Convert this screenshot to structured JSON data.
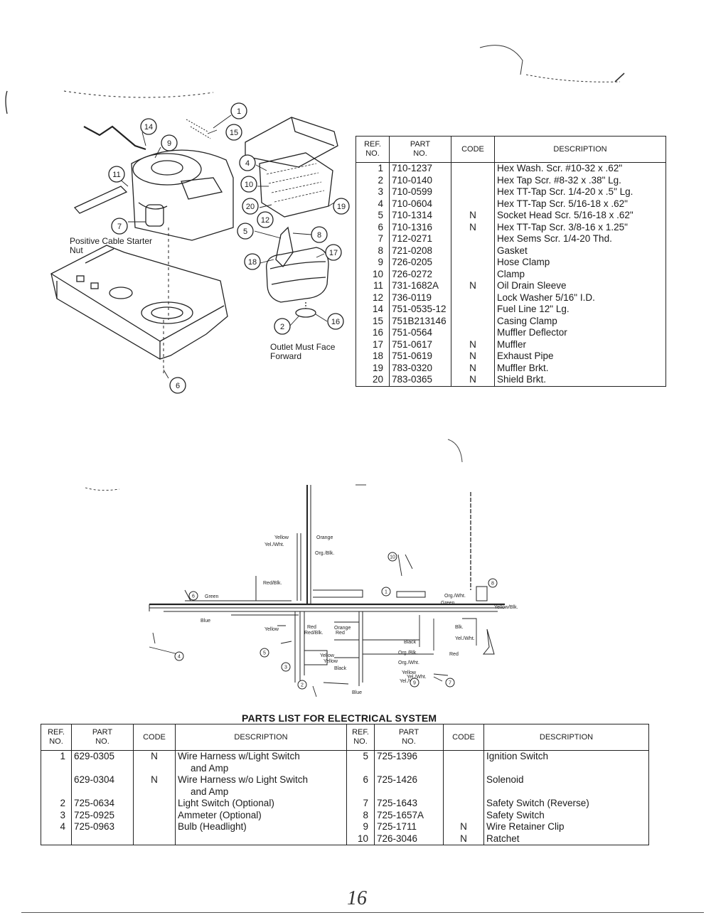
{
  "engine_diagram": {
    "callouts": [
      "1",
      "15",
      "14",
      "9",
      "11",
      "7",
      "4",
      "10",
      "20",
      "19",
      "12",
      "5",
      "8",
      "18",
      "17",
      "2",
      "16",
      "6"
    ],
    "notes": {
      "starter": [
        "Positive Cable Starter",
        "Nut"
      ],
      "outlet": [
        "Outlet Must Face",
        "Forward"
      ]
    }
  },
  "engine_parts_table": {
    "headers": {
      "ref": [
        "REF.",
        "NO."
      ],
      "part": [
        "PART",
        "NO."
      ],
      "code": "CODE",
      "desc": "DESCRIPTION"
    },
    "rows": [
      {
        "ref": "1",
        "part": "710-1237",
        "code": "",
        "desc": "Hex Wash. Scr. #10-32 x .62\""
      },
      {
        "ref": "2",
        "part": "710-0140",
        "code": "",
        "desc": "Hex Tap Scr. #8-32 x .38\" Lg."
      },
      {
        "ref": "3",
        "part": "710-0599",
        "code": "",
        "desc": "Hex TT-Tap Scr. 1/4-20 x .5\" Lg."
      },
      {
        "ref": "4",
        "part": "710-0604",
        "code": "",
        "desc": "Hex TT-Tap Scr. 5/16-18 x .62\""
      },
      {
        "ref": "5",
        "part": "710-1314",
        "code": "N",
        "desc": "Socket Head Scr. 5/16-18 x .62\""
      },
      {
        "ref": "6",
        "part": "710-1316",
        "code": "N",
        "desc": "Hex TT-Tap Scr. 3/8-16 x 1.25\""
      },
      {
        "ref": "7",
        "part": "712-0271",
        "code": "",
        "desc": "Hex Sems Scr. 1/4-20 Thd."
      },
      {
        "ref": "8",
        "part": "721-0208",
        "code": "",
        "desc": "Gasket"
      },
      {
        "ref": "9",
        "part": "726-0205",
        "code": "",
        "desc": "Hose Clamp"
      },
      {
        "ref": "10",
        "part": "726-0272",
        "code": "",
        "desc": "Clamp"
      },
      {
        "ref": "11",
        "part": "731-1682A",
        "code": "N",
        "desc": "Oil Drain Sleeve"
      },
      {
        "ref": "12",
        "part": "736-0119",
        "code": "",
        "desc": "Lock Washer 5/16\" I.D."
      },
      {
        "ref": "14",
        "part": "751-0535-12",
        "code": "",
        "desc": "Fuel Line 12\" Lg."
      },
      {
        "ref": "15",
        "part": "751B213146",
        "code": "",
        "desc": "Casing Clamp"
      },
      {
        "ref": "16",
        "part": "751-0564",
        "code": "",
        "desc": "Muffler Deflector"
      },
      {
        "ref": "17",
        "part": "751-0617",
        "code": "N",
        "desc": "Muffler"
      },
      {
        "ref": "18",
        "part": "751-0619",
        "code": "N",
        "desc": "Exhaust Pipe"
      },
      {
        "ref": "19",
        "part": "783-0320",
        "code": "N",
        "desc": "Muffler Brkt."
      },
      {
        "ref": "20",
        "part": "783-0365",
        "code": "N",
        "desc": "Shield Brkt."
      }
    ]
  },
  "wiring_diagram": {
    "wire_labels": [
      "Yellow",
      "Orange",
      "Yel./Wht.",
      "Org./Blk.",
      "Red/Blk.",
      "Green",
      "Blue",
      "Org./Wht.",
      "Green",
      "Yellow/Blk.",
      "Yellow",
      "Red",
      "Red/Blk.",
      "Orange",
      "Red",
      "Blk.",
      "Yel./Wht.",
      "Black",
      "Org./Blk.",
      "Red",
      "Yellow",
      "Yellow",
      "Org./Wht.",
      "Black",
      "Yellow",
      "Yel./Wht.",
      "Blue",
      "Yel./Wht."
    ],
    "callouts": [
      "10",
      "1",
      "8",
      "6",
      "5",
      "4",
      "3",
      "2",
      "9",
      "7"
    ]
  },
  "electrical": {
    "title": "PARTS LIST FOR ELECTRICAL SYSTEM",
    "headers": {
      "ref": [
        "REF.",
        "NO."
      ],
      "part": [
        "PART",
        "NO."
      ],
      "code": "CODE",
      "desc": "DESCRIPTION"
    },
    "left_rows": [
      {
        "ref": "1",
        "part": "629-0305",
        "code": "N",
        "desc": [
          "Wire Harness w/Light Switch",
          "and Amp"
        ]
      },
      {
        "ref": "",
        "part": "629-0304",
        "code": "N",
        "desc": [
          "Wire Harness w/o Light Switch",
          "and Amp"
        ]
      },
      {
        "ref": "2",
        "part": "725-0634",
        "code": "",
        "desc": [
          "Light Switch (Optional)"
        ]
      },
      {
        "ref": "3",
        "part": "725-0925",
        "code": "",
        "desc": [
          "Ammeter (Optional)"
        ]
      },
      {
        "ref": "4",
        "part": "725-0963",
        "code": "",
        "desc": [
          "Bulb (Headlight)"
        ]
      }
    ],
    "right_rows": [
      {
        "ref": "5",
        "part": "725-1396",
        "code": "",
        "desc": "Ignition Switch"
      },
      {
        "ref": "6",
        "part": "725-1426",
        "code": "",
        "desc": "Solenoid"
      },
      {
        "ref": "7",
        "part": "725-1643",
        "code": "",
        "desc": "Safety Switch (Reverse)"
      },
      {
        "ref": "8",
        "part": "725-1657A",
        "code": "",
        "desc": "Safety Switch"
      },
      {
        "ref": "9",
        "part": "725-1711",
        "code": "N",
        "desc": "Wire Retainer Clip"
      },
      {
        "ref": "10",
        "part": "726-3046",
        "code": "N",
        "desc": "Ratchet"
      }
    ]
  },
  "page_number": "16"
}
